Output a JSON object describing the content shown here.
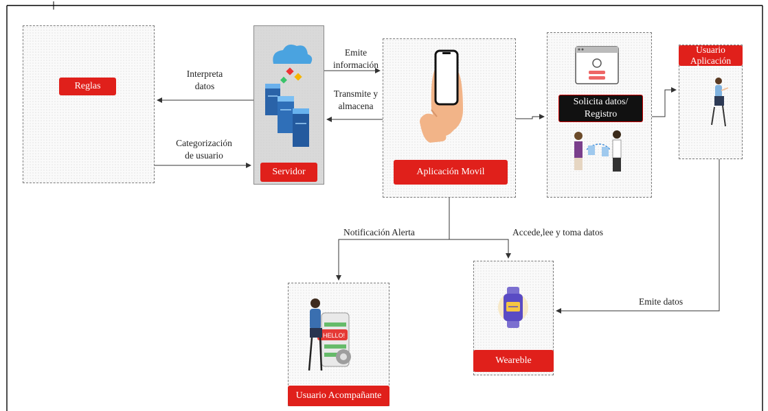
{
  "nodes": {
    "reglas": "Reglas",
    "servidor": "Servidor",
    "aplicacion_movil": "Aplicación Movil",
    "solicita_line1": "Solicita datos/",
    "solicita_line2": "Registro",
    "usuario_aplicacion": "Usuario Aplicación",
    "usuario_acompanante": "Usuario Acompañante",
    "wereable": "Weareble",
    "hello_badge": "HELLO!"
  },
  "edges": {
    "interpreta_1": "Interpreta",
    "interpreta_2": "datos",
    "categorizacion_1": "Categorización",
    "categorizacion_2": "de usuario",
    "emite_1": "Emite",
    "emite_2": "información",
    "transmite_1": "Transmite y",
    "transmite_2": "almacena",
    "notificacion": "Notificación Alerta",
    "accede": "Accede,lee y toma datos",
    "emite_datos": "Emite datos"
  },
  "colors": {
    "label_red": "#e0201b",
    "label_black": "#111111",
    "frame": "#000000"
  }
}
